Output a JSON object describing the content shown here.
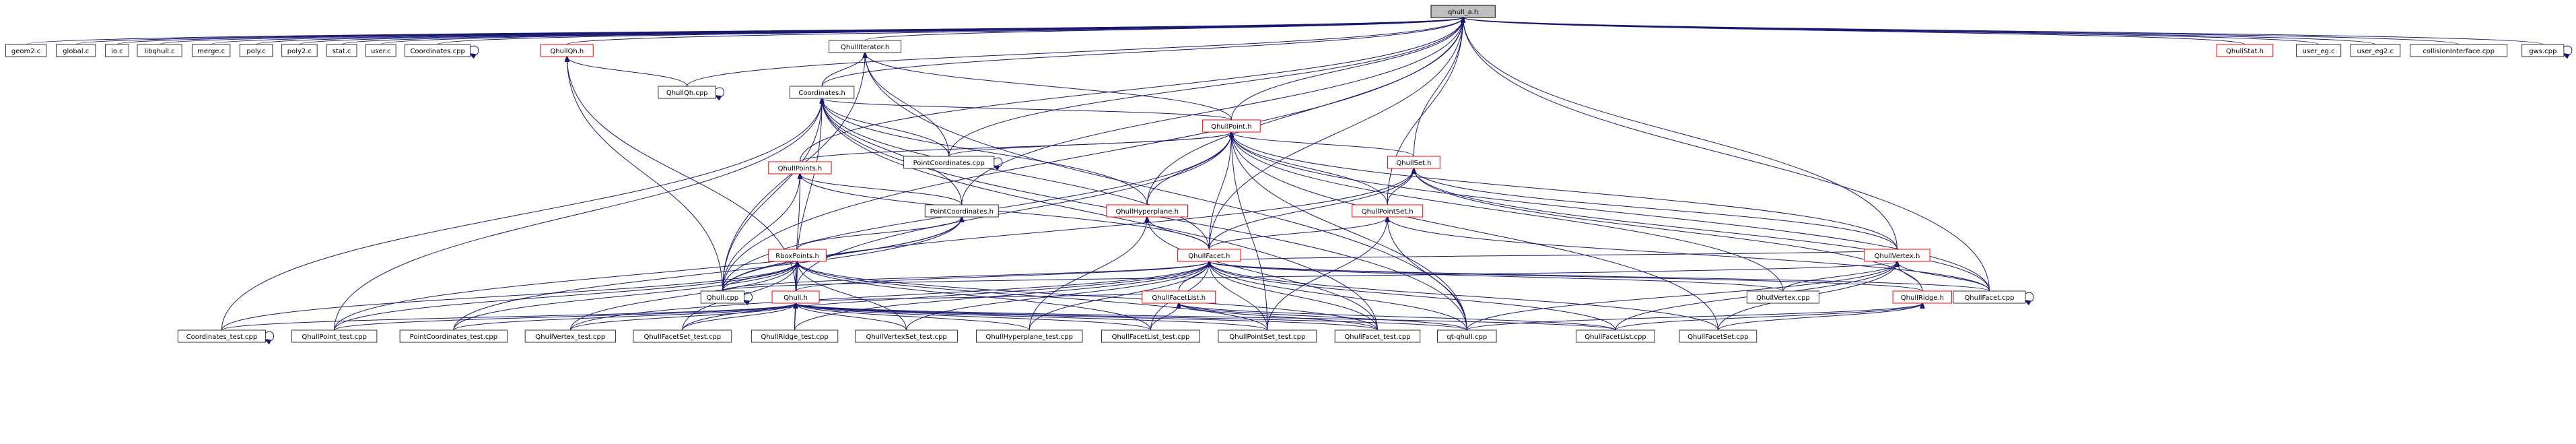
{
  "colors": {
    "edge": "#191970",
    "node_border": "#333333",
    "node_border_red": "#ff0000",
    "root_fill": "#bfbfbf"
  },
  "nodes": [
    {
      "id": "qhull_a",
      "label": "qhull_a.h",
      "style": "root"
    },
    {
      "id": "geom2",
      "label": "geom2.c",
      "style": "normal"
    },
    {
      "id": "global",
      "label": "global.c",
      "style": "normal"
    },
    {
      "id": "io",
      "label": "io.c",
      "style": "normal"
    },
    {
      "id": "libqhull",
      "label": "libqhull.c",
      "style": "normal"
    },
    {
      "id": "merge",
      "label": "merge.c",
      "style": "normal"
    },
    {
      "id": "poly",
      "label": "poly.c",
      "style": "normal"
    },
    {
      "id": "poly2",
      "label": "poly2.c",
      "style": "normal"
    },
    {
      "id": "stat",
      "label": "stat.c",
      "style": "normal"
    },
    {
      "id": "user",
      "label": "user.c",
      "style": "normal"
    },
    {
      "id": "coordcpp",
      "label": "Coordinates.cpp",
      "style": "normal"
    },
    {
      "id": "qhullqh_h",
      "label": "QhullQh.h",
      "style": "red"
    },
    {
      "id": "qhullqh_cpp",
      "label": "QhullQh.cpp",
      "style": "normal"
    },
    {
      "id": "qhulliterator",
      "label": "QhullIterator.h",
      "style": "normal"
    },
    {
      "id": "coordinates_h",
      "label": "Coordinates.h",
      "style": "normal"
    },
    {
      "id": "qhullpoint_h",
      "label": "QhullPoint.h",
      "style": "red"
    },
    {
      "id": "pointcoord_cpp",
      "label": "PointCoordinates.cpp",
      "style": "normal"
    },
    {
      "id": "qhullpoints_h",
      "label": "QhullPoints.h",
      "style": "red"
    },
    {
      "id": "pointcoord_h",
      "label": "PointCoordinates.h",
      "style": "normal"
    },
    {
      "id": "rboxpoints_h",
      "label": "RboxPoints.h",
      "style": "red"
    },
    {
      "id": "qhull_cpp",
      "label": "Qhull.cpp",
      "style": "normal"
    },
    {
      "id": "qhull_h",
      "label": "Qhull.h",
      "style": "red"
    },
    {
      "id": "qhullhyper_h",
      "label": "QhullHyperplane.h",
      "style": "red"
    },
    {
      "id": "qhullfacet_h",
      "label": "QhullFacet.h",
      "style": "red"
    },
    {
      "id": "qhullfacetlist_h",
      "label": "QhullFacetList.h",
      "style": "red"
    },
    {
      "id": "qhullset_h",
      "label": "QhullSet.h",
      "style": "red"
    },
    {
      "id": "qhullpointset_h",
      "label": "QhullPointSet.h",
      "style": "red"
    },
    {
      "id": "qhullvertex_h",
      "label": "QhullVertex.h",
      "style": "red"
    },
    {
      "id": "qhullridge_h",
      "label": "QhullRidge.h",
      "style": "red"
    },
    {
      "id": "qhullvertex_cpp",
      "label": "QhullVertex.cpp",
      "style": "normal"
    },
    {
      "id": "qhullfacet_cpp",
      "label": "QhullFacet.cpp",
      "style": "normal"
    },
    {
      "id": "qhullstat_h",
      "label": "QhullStat.h",
      "style": "red"
    },
    {
      "id": "user_eg",
      "label": "user_eg.c",
      "style": "normal"
    },
    {
      "id": "user_eg2",
      "label": "user_eg2.c",
      "style": "normal"
    },
    {
      "id": "collision",
      "label": "collisionInterface.cpp",
      "style": "normal"
    },
    {
      "id": "gws",
      "label": "gws.cpp",
      "style": "normal"
    },
    {
      "id": "coordtest",
      "label": "Coordinates_test.cpp",
      "style": "normal"
    },
    {
      "id": "qhullpointtest",
      "label": "QhullPoint_test.cpp",
      "style": "normal"
    },
    {
      "id": "pointcoordtest",
      "label": "PointCoordinates_test.cpp",
      "style": "normal"
    },
    {
      "id": "qhullvertextest",
      "label": "QhullVertex_test.cpp",
      "style": "normal"
    },
    {
      "id": "qhullfacetsettest",
      "label": "QhullFacetSet_test.cpp",
      "style": "normal"
    },
    {
      "id": "qhullridgetest",
      "label": "QhullRidge_test.cpp",
      "style": "normal"
    },
    {
      "id": "qhullvertexsettest",
      "label": "QhullVertexSet_test.cpp",
      "style": "normal"
    },
    {
      "id": "qhullhypertest",
      "label": "QhullHyperplane_test.cpp",
      "style": "normal"
    },
    {
      "id": "qhullfacetlisttest",
      "label": "QhullFacetList_test.cpp",
      "style": "normal"
    },
    {
      "id": "qhullpointsettest",
      "label": "QhullPointSet_test.cpp",
      "style": "normal"
    },
    {
      "id": "qhullfacettest",
      "label": "QhullFacet_test.cpp",
      "style": "normal"
    },
    {
      "id": "qtqhull",
      "label": "qt-qhull.cpp",
      "style": "normal"
    },
    {
      "id": "qhullfacetlist_cpp",
      "label": "QhullFacetList.cpp",
      "style": "normal"
    },
    {
      "id": "qhullfacetset_cpp",
      "label": "QhullFacetSet.cpp",
      "style": "normal"
    }
  ],
  "edges": [
    [
      "geom2",
      "qhull_a"
    ],
    [
      "global",
      "qhull_a"
    ],
    [
      "io",
      "qhull_a"
    ],
    [
      "libqhull",
      "qhull_a"
    ],
    [
      "merge",
      "qhull_a"
    ],
    [
      "poly",
      "qhull_a"
    ],
    [
      "poly2",
      "qhull_a"
    ],
    [
      "stat",
      "qhull_a"
    ],
    [
      "user",
      "qhull_a"
    ],
    [
      "coordcpp",
      "qhull_a"
    ],
    [
      "qhullqh_h",
      "qhull_a"
    ],
    [
      "qhullqh_cpp",
      "qhull_a"
    ],
    [
      "qhulliterator",
      "qhull_a"
    ],
    [
      "coordinates_h",
      "qhull_a"
    ],
    [
      "qhullpoint_h",
      "qhull_a"
    ],
    [
      "pointcoord_cpp",
      "qhull_a"
    ],
    [
      "qhullpoints_h",
      "qhull_a"
    ],
    [
      "pointcoord_h",
      "qhull_a"
    ],
    [
      "qhull_cpp",
      "qhull_a"
    ],
    [
      "qhullhyper_h",
      "qhull_a"
    ],
    [
      "qhullfacet_h",
      "qhull_a"
    ],
    [
      "qhullset_h",
      "qhull_a"
    ],
    [
      "qhullpointset_h",
      "qhull_a"
    ],
    [
      "qhullvertex_h",
      "qhull_a"
    ],
    [
      "qhullfacet_cpp",
      "qhull_a"
    ],
    [
      "qhullstat_h",
      "qhull_a"
    ],
    [
      "user_eg",
      "qhull_a"
    ],
    [
      "user_eg2",
      "qhull_a"
    ],
    [
      "collision",
      "qhull_a"
    ],
    [
      "gws",
      "qhull_a"
    ],
    [
      "qhullqh_cpp",
      "qhullqh_h"
    ],
    [
      "qhull_h",
      "qhullqh_h"
    ],
    [
      "qhull_cpp",
      "qhullqh_h"
    ],
    [
      "coordinates_h",
      "qhulliterator"
    ],
    [
      "qhullpoint_h",
      "qhulliterator"
    ],
    [
      "pointcoord_cpp",
      "qhulliterator"
    ],
    [
      "qhull_cpp",
      "qhulliterator"
    ],
    [
      "qtqhull",
      "qhulliterator"
    ],
    [
      "qhullpoint_h",
      "coordinates_h"
    ],
    [
      "pointcoord_cpp",
      "coordinates_h"
    ],
    [
      "pointcoord_h",
      "coordinates_h"
    ],
    [
      "qhull_cpp",
      "coordinates_h"
    ],
    [
      "qhull_h",
      "coordinates_h"
    ],
    [
      "qhullfacet_h",
      "coordinates_h"
    ],
    [
      "qhullhyper_h",
      "coordinates_h"
    ],
    [
      "coordtest",
      "coordinates_h"
    ],
    [
      "qhullpointtest",
      "coordinates_h"
    ],
    [
      "qtqhull",
      "coordinates_h"
    ],
    [
      "qhullfacettest",
      "coordinates_h"
    ],
    [
      "qhullpoints_h",
      "qhullpoint_h"
    ],
    [
      "pointcoord_cpp",
      "qhullpoint_h"
    ],
    [
      "qhullhyper_h",
      "qhullpoint_h"
    ],
    [
      "qhullfacet_h",
      "qhullpoint_h"
    ],
    [
      "qhullpointset_h",
      "qhullpoint_h"
    ],
    [
      "qhullset_h",
      "qhullpoint_h"
    ],
    [
      "qhull_cpp",
      "qhullpoint_h"
    ],
    [
      "qhull_h",
      "qhullpoint_h"
    ],
    [
      "qhullvertex_h",
      "qhullpoint_h"
    ],
    [
      "qhullfacet_cpp",
      "qhullpoint_h"
    ],
    [
      "qhullvertex_cpp",
      "qhullpoint_h"
    ],
    [
      "qhullpointsettest",
      "qhullpoint_h"
    ],
    [
      "qtqhull",
      "qhullpoint_h"
    ],
    [
      "qhullfacetset_cpp",
      "qhullpoint_h"
    ],
    [
      "pointcoord_h",
      "qhullpoints_h"
    ],
    [
      "qhull_h",
      "qhullpoints_h"
    ],
    [
      "qhull_cpp",
      "qhullpoints_h"
    ],
    [
      "qhullfacet_h",
      "qhullpoints_h"
    ],
    [
      "rboxpoints_h",
      "pointcoord_h"
    ],
    [
      "qhull_cpp",
      "pointcoord_h"
    ],
    [
      "pointcoordtest",
      "pointcoord_h"
    ],
    [
      "qhullpointtest",
      "pointcoord_h"
    ],
    [
      "qhull_h",
      "rboxpoints_h"
    ],
    [
      "qhull_cpp",
      "rboxpoints_h"
    ],
    [
      "coordtest",
      "rboxpoints_h"
    ],
    [
      "qhullpointtest",
      "rboxpoints_h"
    ],
    [
      "pointcoordtest",
      "rboxpoints_h"
    ],
    [
      "qhullvertextest",
      "rboxpoints_h"
    ],
    [
      "qhullfacetsettest",
      "rboxpoints_h"
    ],
    [
      "qhullridgetest",
      "rboxpoints_h"
    ],
    [
      "qhullvertexsettest",
      "rboxpoints_h"
    ],
    [
      "qhullfacetlisttest",
      "rboxpoints_h"
    ],
    [
      "qhullpointsettest",
      "rboxpoints_h"
    ],
    [
      "qhullfacettest",
      "rboxpoints_h"
    ],
    [
      "qhullfacet_h",
      "qhullhyper_h"
    ],
    [
      "qhullhypertest",
      "qhullhyper_h"
    ],
    [
      "qhullfacettest",
      "qhullhyper_h"
    ],
    [
      "qhull_cpp",
      "qhullfacet_h"
    ],
    [
      "qhull_h",
      "qhullfacet_h"
    ],
    [
      "qhullfacetlist_h",
      "qhullfacet_h"
    ],
    [
      "qhullridge_h",
      "qhullfacet_h"
    ],
    [
      "qhullvertex_cpp",
      "qhullfacet_h"
    ],
    [
      "qhullfacet_cpp",
      "qhullfacet_h"
    ],
    [
      "qhullvertextest",
      "qhullfacet_h"
    ],
    [
      "qhullfacetsettest",
      "qhullfacet_h"
    ],
    [
      "qhullridgetest",
      "qhullfacet_h"
    ],
    [
      "qhullvertexsettest",
      "qhullfacet_h"
    ],
    [
      "qhullhypertest",
      "qhullfacet_h"
    ],
    [
      "qhullfacetlisttest",
      "qhullfacet_h"
    ],
    [
      "qhullpointsettest",
      "qhullfacet_h"
    ],
    [
      "qhullfacettest",
      "qhullfacet_h"
    ],
    [
      "qtqhull",
      "qhullfacet_h"
    ],
    [
      "qhullfacetlist_cpp",
      "qhullfacet_h"
    ],
    [
      "qhullfacetset_cpp",
      "qhullfacet_h"
    ],
    [
      "qhull_h",
      "qhullfacetlist_h"
    ],
    [
      "qhullfacetlisttest",
      "qhullfacetlist_h"
    ],
    [
      "qhullfacettest",
      "qhullfacetlist_h"
    ],
    [
      "qtqhull",
      "qhullfacetlist_h"
    ],
    [
      "qhullfacetlist_cpp",
      "qhullfacetlist_h"
    ],
    [
      "qhullpointset_h",
      "qhullset_h"
    ],
    [
      "qhullfacet_h",
      "qhullset_h"
    ],
    [
      "qhullvertex_h",
      "qhullset_h"
    ],
    [
      "qhullridge_h",
      "qhullset_h"
    ],
    [
      "qhullfacet_cpp",
      "qhullset_h"
    ],
    [
      "qhull_cpp",
      "qhullset_h"
    ],
    [
      "qhullfacet_h",
      "qhullpointset_h"
    ],
    [
      "qhullfacet_cpp",
      "qhullpointset_h"
    ],
    [
      "qhullpointsettest",
      "qhullpointset_h"
    ],
    [
      "qtqhull",
      "qhullpointset_h"
    ],
    [
      "qhullfacet_h",
      "qhullvertex_h"
    ],
    [
      "qhullvertex_cpp",
      "qhullvertex_h"
    ],
    [
      "qhullridge_h",
      "qhullvertex_h"
    ],
    [
      "qhullfacet_cpp",
      "qhullvertex_h"
    ],
    [
      "qhull_cpp",
      "qhullvertex_h"
    ],
    [
      "qtqhull",
      "qhullvertex_h"
    ],
    [
      "qhullfacetlist_cpp",
      "qhullvertex_h"
    ],
    [
      "qhullfacetset_cpp",
      "qhullvertex_h"
    ],
    [
      "qhullfacetlist_cpp",
      "qhullridge_h"
    ],
    [
      "qhullfacetset_cpp",
      "qhullridge_h"
    ],
    [
      "qtqhull",
      "qhullridge_h"
    ],
    [
      "coordtest",
      "qhull_h"
    ],
    [
      "qhullpointtest",
      "qhull_h"
    ],
    [
      "pointcoordtest",
      "qhull_h"
    ],
    [
      "qhullvertextest",
      "qhull_h"
    ],
    [
      "qhullfacetsettest",
      "qhull_h"
    ],
    [
      "qhullridgetest",
      "qhull_h"
    ],
    [
      "qhullvertexsettest",
      "qhull_h"
    ],
    [
      "qhullhypertest",
      "qhull_h"
    ],
    [
      "qhullfacetlisttest",
      "qhull_h"
    ],
    [
      "qhullpointsettest",
      "qhull_h"
    ],
    [
      "qhullfacettest",
      "qhull_h"
    ],
    [
      "qtqhull",
      "qhull_h"
    ],
    [
      "qhullfacetlist_cpp",
      "qhull_h"
    ]
  ],
  "self_loops": [
    "coordcpp",
    "qhullqh_cpp",
    "pointcoord_cpp",
    "qhull_cpp",
    "coordtest",
    "qhullfacet_cpp",
    "gws"
  ]
}
